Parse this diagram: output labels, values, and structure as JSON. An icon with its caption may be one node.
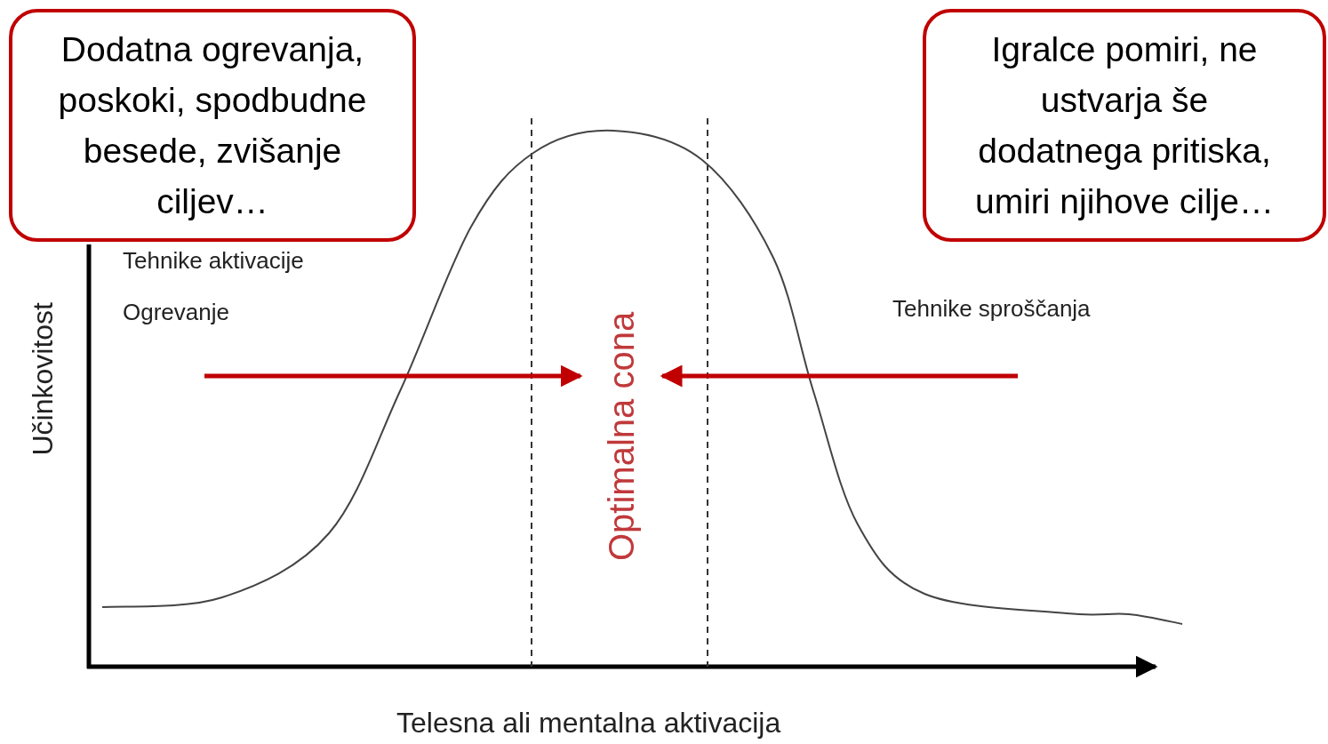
{
  "diagram": {
    "nodes": [
      {
        "text": [
          "Dodatna ogrevanja, poskoki, spodbudne besede, zvišanje ciljev…"
        ]
      },
      {
        "text": [
          "Igralce pomiri, ne ustvarja še dodatnega pritiska, umiri njihove cilje…"
        ]
      },
      {
        "text": [
          "Optimalna cona"
        ]
      }
    ],
    "edges": [
      {
        "from": null,
        "to": 2,
        "arrow": "to"
      },
      {
        "from": null,
        "to": 2,
        "arrow": "to"
      }
    ],
    "labels": [
      "Tehnike aktivacije",
      "Ogrevanje",
      "Tehnike sproščanja",
      "Učinkovitost",
      "Telesna ali mentalna aktivacija"
    ]
  }
}
